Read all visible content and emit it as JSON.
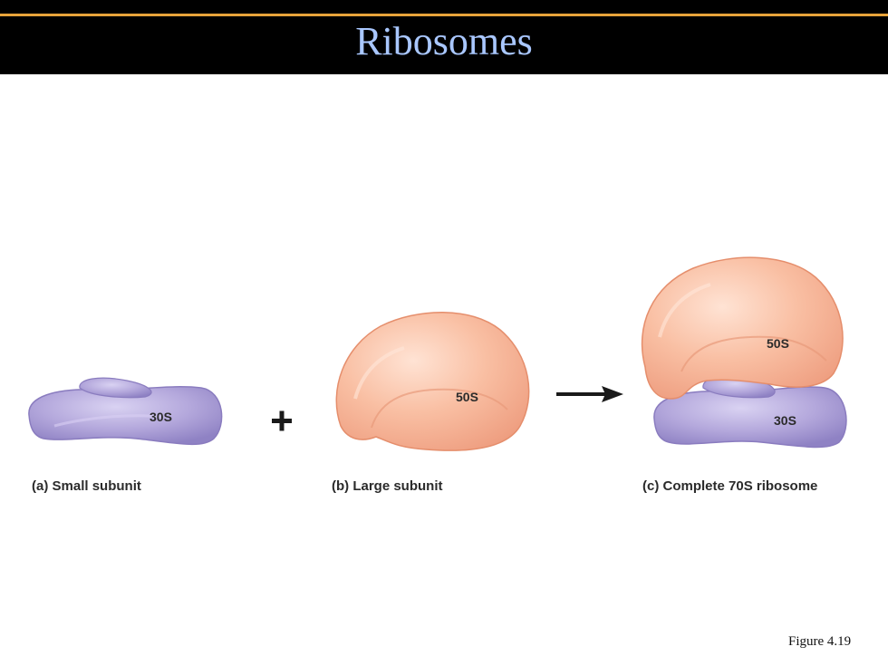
{
  "slide": {
    "title": "Ribosomes",
    "figure_ref": "Figure 4.19"
  },
  "colors": {
    "title_bg": "#000000",
    "title_text": "#a9c7ff",
    "title_rule": "#e8a33a",
    "small_subunit": "#b4a8dc",
    "large_subunit": "#f7b59a"
  },
  "panels": {
    "a": {
      "letter": "(a)",
      "caption": "Small subunit",
      "subunit_label": "30S"
    },
    "b": {
      "letter": "(b)",
      "caption": "Large subunit",
      "subunit_label": "50S"
    },
    "c": {
      "letter": "(c)",
      "caption": "Complete 70S ribosome",
      "large_label": "50S",
      "small_label": "30S"
    }
  },
  "operators": {
    "plus_icon": "plus-icon",
    "arrow_icon": "right-arrow-icon"
  }
}
